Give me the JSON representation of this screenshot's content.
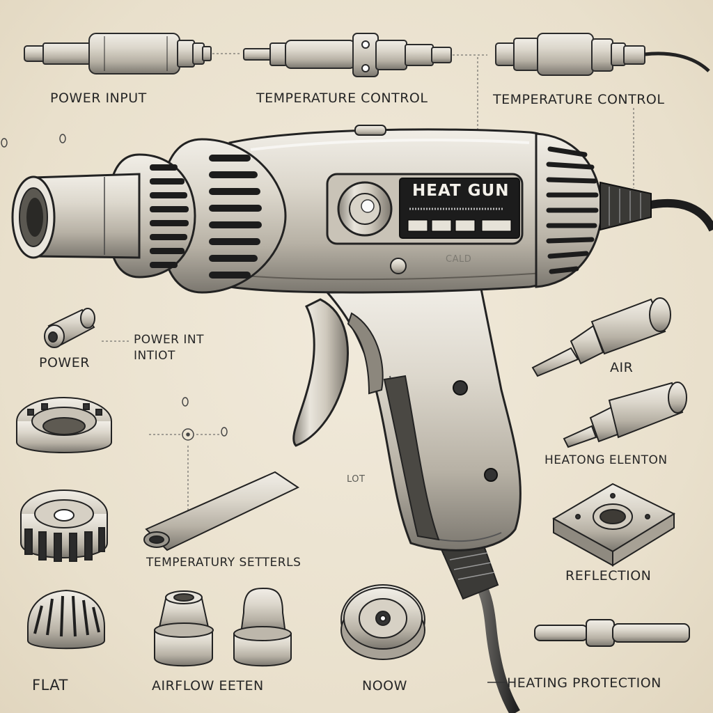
{
  "labels": {
    "top_left": "POWER INPUT",
    "top_center": "TEMPERATURE CONTROL",
    "top_right": "TEMPERATURE CONTROL",
    "power": "POWER",
    "power_int_1": "POWER INT",
    "power_int_2": "INTIOT",
    "air": "AIR",
    "heating_element": "HEATONG ELENTON",
    "temperature_setters": "TEMPERATURY SETTERLS",
    "reflection": "REFLECTION",
    "flat": "FLAT",
    "airflow": "AIRFLOW EETEN",
    "noow": "NOOW",
    "heating_protection": "HEATING PROTECTION",
    "lot": "LOT",
    "calid": "CALD"
  },
  "brand_panel": {
    "title": "HEAT GUN"
  },
  "colors": {
    "paper": "#ece4d2",
    "ink": "#262626",
    "metal_light": "#e6e2d8",
    "metal_mid": "#b9b4a9",
    "metal_dark": "#6c6962",
    "panel": "#1f1f1f"
  },
  "icons": [
    "heat-gun-illustration",
    "nozzle-tip-icon",
    "power-cord-icon"
  ]
}
